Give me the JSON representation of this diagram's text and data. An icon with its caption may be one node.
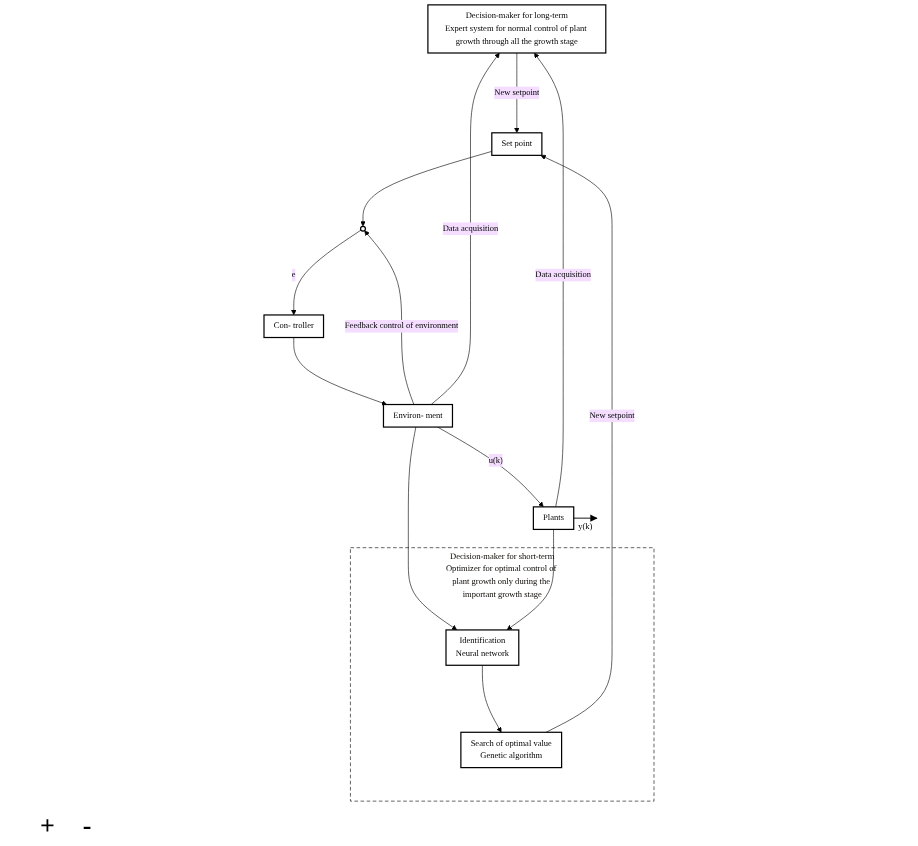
{
  "diagram": {
    "nodes": [
      {
        "text": [
          "Decision-maker for long-term",
          "Expert system for normal control of plant growth through all the growth stage"
        ]
      },
      {
        "text": [
          "Decision-maker for short-term",
          "Optimizer for optimal control of plant growth only during the important growth stage"
        ]
      },
      {
        "text": [
          "Search of optimal value",
          "Genetic algorithm"
        ],
        "in": 1
      },
      {
        "text": [
          "Identification",
          "Neural network"
        ],
        "in": 1
      },
      {
        "text": [
          "Set point"
        ]
      },
      {
        "text": [],
        "shape": "circle"
      },
      {
        "text": [
          "Con- troller"
        ]
      },
      {
        "text": [
          "Environ- ment"
        ]
      },
      {
        "text": [
          "Plants"
        ]
      }
    ],
    "edges": [
      {
        "from": 0,
        "to": 4,
        "arrow": "to",
        "label": "New setpoint"
      },
      {
        "from": 2,
        "to": 4,
        "arrow": "to",
        "label": "New setpoint"
      },
      {
        "from": 4,
        "to": 5,
        "arrow": "to"
      },
      {
        "from": 5,
        "to": 6,
        "arrow": "to",
        "label": "e"
      },
      {
        "from": 6,
        "to": 7,
        "arrow": "to"
      },
      {
        "from": 7,
        "to": 8,
        "arrow": "to",
        "label": "u(k)"
      },
      {
        "from": 7,
        "to": 5,
        "arrow": "to",
        "label": "Feedback control of environment"
      },
      {
        "from": 7,
        "to": 3,
        "arrow": "to"
      },
      {
        "from": 8,
        "to": 3,
        "arrow": "to"
      },
      {
        "from": 3,
        "to": 2,
        "arrow": "to"
      },
      {
        "from": 7,
        "to": 0,
        "arrow": "to",
        "label": "Data acquisition"
      },
      {
        "from": 8,
        "to": 0,
        "arrow": "to",
        "label": "Data acquisition"
      },
      {
        "from": 8,
        "to": null,
        "arrow": "to",
        "label": "y(k)"
      }
    ],
    "labels": [
      "+",
      "-"
    ]
  }
}
